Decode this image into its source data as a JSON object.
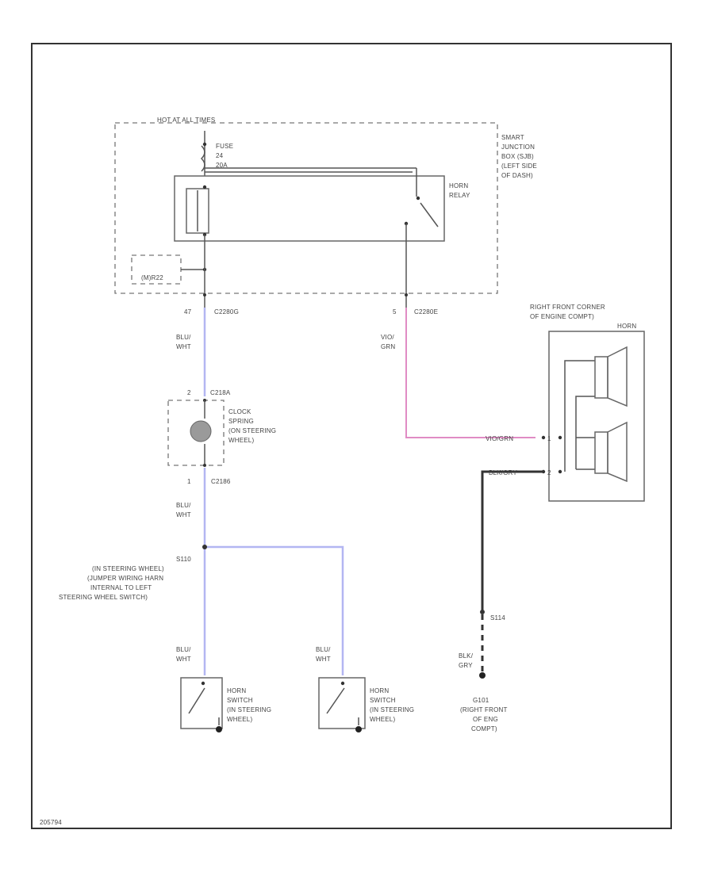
{
  "header": {
    "power_label": "HOT AT ALL TIMES"
  },
  "junction_box": {
    "name_lines": [
      "SMART",
      "JUNCTION",
      "BOX (SJB)",
      "(LEFT SIDE",
      "OF DASH)"
    ],
    "fuse_lines": [
      "FUSE",
      "24",
      "20A"
    ],
    "relay_lines": [
      "HORN",
      "RELAY"
    ],
    "module_label": "(M)R22"
  },
  "connectors": {
    "c2280g_left": {
      "pin": "47",
      "name": "C2280G"
    },
    "c2280e_right": {
      "pin": "5",
      "name": "C2280E"
    },
    "c218a": {
      "pin": "2",
      "name": "C218A"
    },
    "c2186": {
      "pin": "1",
      "name": "C2186"
    },
    "c100_pin1": "1",
    "c100_pin2": "2"
  },
  "wires": {
    "blu_wht_1": [
      "BLU/",
      "WHT"
    ],
    "blu_wht_2": [
      "BLU/",
      "WHT"
    ],
    "blu_wht_3": [
      "BLU/",
      "WHT"
    ],
    "blu_wht_4": [
      "BLU/",
      "WHT"
    ],
    "vio_grn": [
      "VIO/",
      "GRN"
    ],
    "vio_grn_horn": "VIO/GRN",
    "blk_gry_horn": "BLK/GRY",
    "blk_gry_ground": [
      "BLK/",
      "GRY"
    ]
  },
  "clock_spring": {
    "lines": [
      "CLOCK",
      "SPRING",
      "(ON STEERING",
      "WHEEL)"
    ]
  },
  "splice": {
    "lines": [
      "S110",
      "(IN STEERING WHEEL)",
      "(JUMPER WIRING HARN",
      "INTERNAL TO LEFT",
      "STEERING WHEEL SWITCH)"
    ]
  },
  "horn_switch_1": {
    "lines": [
      "HORN",
      "SWITCH",
      "(IN STEERING",
      "WHEEL)"
    ]
  },
  "horn_switch_2": {
    "lines": [
      "HORN",
      "SWITCH",
      "(IN STEERING",
      "WHEEL)"
    ]
  },
  "horn_location": {
    "lines": [
      "RIGHT FRONT CORNER",
      "OF ENGINE COMPT)"
    ],
    "label": "HORN"
  },
  "ground_splice": {
    "label": "S114"
  },
  "ground": {
    "lines": [
      "G101",
      "(RIGHT FRONT",
      "OF ENG",
      "COMPT)"
    ]
  },
  "footer": {
    "code": "205794"
  }
}
